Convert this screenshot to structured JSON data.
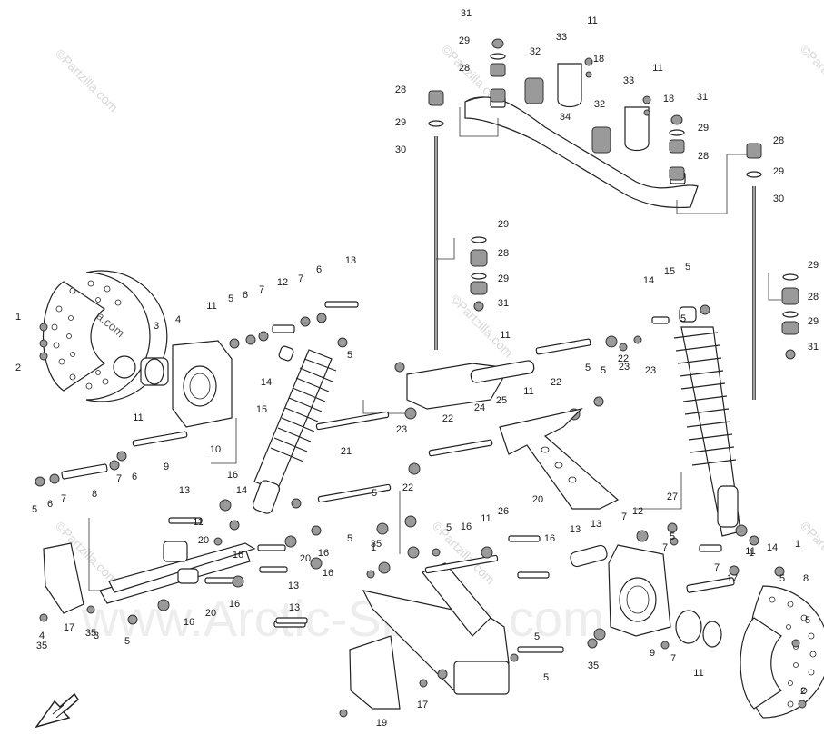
{
  "watermarks": {
    "partzilla": "©Partzilla.com",
    "arctic": "www.Arctic-Sports.com"
  },
  "callouts": [
    {
      "n": "31"
    },
    {
      "n": "29"
    },
    {
      "n": "28"
    },
    {
      "n": "32"
    },
    {
      "n": "33"
    },
    {
      "n": "11"
    },
    {
      "n": "18"
    },
    {
      "n": "34"
    },
    {
      "n": "32"
    },
    {
      "n": "33"
    },
    {
      "n": "11"
    },
    {
      "n": "18"
    },
    {
      "n": "31"
    },
    {
      "n": "29"
    },
    {
      "n": "28"
    },
    {
      "n": "28"
    },
    {
      "n": "29"
    },
    {
      "n": "30"
    },
    {
      "n": "28"
    },
    {
      "n": "29"
    },
    {
      "n": "30"
    },
    {
      "n": "29"
    },
    {
      "n": "28"
    },
    {
      "n": "29"
    },
    {
      "n": "31"
    },
    {
      "n": "29"
    },
    {
      "n": "28"
    },
    {
      "n": "29"
    },
    {
      "n": "31"
    },
    {
      "n": "1"
    },
    {
      "n": "2"
    },
    {
      "n": "3"
    },
    {
      "n": "4"
    },
    {
      "n": "11"
    },
    {
      "n": "5"
    },
    {
      "n": "6"
    },
    {
      "n": "7"
    },
    {
      "n": "12"
    },
    {
      "n": "7"
    },
    {
      "n": "6"
    },
    {
      "n": "13"
    },
    {
      "n": "5"
    },
    {
      "n": "14"
    },
    {
      "n": "15"
    },
    {
      "n": "11"
    },
    {
      "n": "10"
    },
    {
      "n": "9"
    },
    {
      "n": "5"
    },
    {
      "n": "6"
    },
    {
      "n": "7"
    },
    {
      "n": "8"
    },
    {
      "n": "7"
    },
    {
      "n": "6"
    },
    {
      "n": "11"
    },
    {
      "n": "24"
    },
    {
      "n": "25"
    },
    {
      "n": "11"
    },
    {
      "n": "22"
    },
    {
      "n": "5"
    },
    {
      "n": "23"
    },
    {
      "n": "5"
    },
    {
      "n": "22"
    },
    {
      "n": "23"
    },
    {
      "n": "22"
    },
    {
      "n": "21"
    },
    {
      "n": "14"
    },
    {
      "n": "15"
    },
    {
      "n": "5"
    },
    {
      "n": "5"
    },
    {
      "n": "23"
    },
    {
      "n": "22"
    },
    {
      "n": "16"
    },
    {
      "n": "13"
    },
    {
      "n": "17"
    },
    {
      "n": "35"
    },
    {
      "n": "11"
    },
    {
      "n": "14"
    },
    {
      "n": "5"
    },
    {
      "n": "20"
    },
    {
      "n": "16"
    },
    {
      "n": "5"
    },
    {
      "n": "20"
    },
    {
      "n": "16"
    },
    {
      "n": "13"
    },
    {
      "n": "13"
    },
    {
      "n": "16"
    },
    {
      "n": "20"
    },
    {
      "n": "16"
    },
    {
      "n": "5"
    },
    {
      "n": "16"
    },
    {
      "n": "19"
    },
    {
      "n": "17"
    },
    {
      "n": "35"
    },
    {
      "n": "1"
    },
    {
      "n": "5"
    },
    {
      "n": "16"
    },
    {
      "n": "11"
    },
    {
      "n": "26"
    },
    {
      "n": "20"
    },
    {
      "n": "16"
    },
    {
      "n": "13"
    },
    {
      "n": "13"
    },
    {
      "n": "7"
    },
    {
      "n": "12"
    },
    {
      "n": "27"
    },
    {
      "n": "7"
    },
    {
      "n": "5"
    },
    {
      "n": "11"
    },
    {
      "n": "5"
    },
    {
      "n": "5"
    },
    {
      "n": "35"
    },
    {
      "n": "9"
    },
    {
      "n": "7"
    },
    {
      "n": "11"
    },
    {
      "n": "4"
    },
    {
      "n": "3"
    },
    {
      "n": "35"
    },
    {
      "n": "17"
    },
    {
      "n": "1"
    },
    {
      "n": "14"
    },
    {
      "n": "7"
    },
    {
      "n": "5"
    },
    {
      "n": "8"
    },
    {
      "n": "5"
    },
    {
      "n": "2"
    },
    {
      "n": "1"
    },
    {
      "n": "1"
    },
    {
      "n": "5"
    }
  ]
}
